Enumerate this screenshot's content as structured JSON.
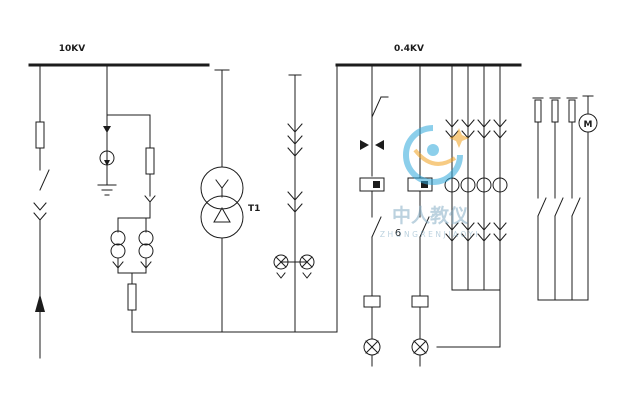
{
  "diagram": {
    "type": "electrical-single-line-diagram",
    "bus_hv": {
      "label": "10KV"
    },
    "bus_lv": {
      "label": "0.4KV"
    },
    "transformer": {
      "label": "T1",
      "primary_winding": "Y",
      "secondary_winding": "delta"
    },
    "outgoing": {
      "feeder_count_label": "6"
    },
    "motor": {
      "label": "M"
    },
    "watermark": {
      "text": "中人教仪",
      "subtext": "ZHONGRENJIAOYI"
    },
    "colors": {
      "line": "#1c1c1c",
      "background": "#ffffff",
      "watermark_blue": "#2fa8dc",
      "watermark_orange": "#f2a21f",
      "watermark_text": "#86aec6"
    },
    "symbols": {
      "fuse": "vertical-rectangle",
      "disconnector": "diagonal-slash",
      "current-transformer": "double-chevron",
      "surge-arrester": "circle-with-arrow",
      "ground": "three-horizontal-bars",
      "voltage-transformer": "double-circle",
      "transformer": "two-overlapping-circles-wye-delta",
      "meter": "rectangle-with-filled-square",
      "lamp": "circle-with-cross",
      "motor": "circle-with-M",
      "incoming-line": "upward-arrow"
    }
  }
}
